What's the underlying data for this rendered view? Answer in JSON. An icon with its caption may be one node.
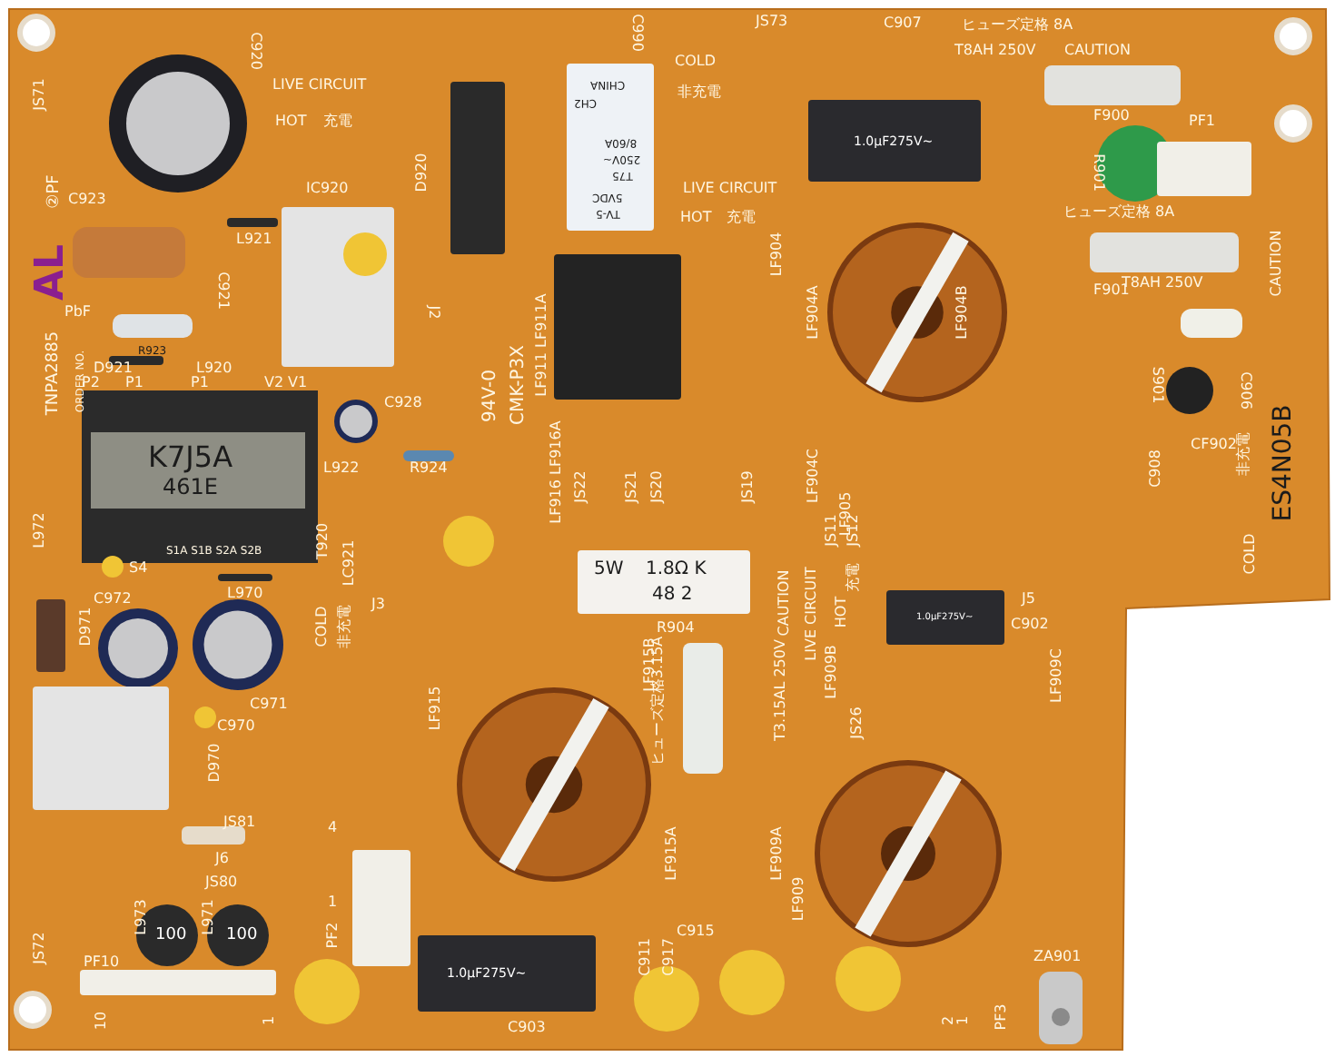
{
  "diagram": {
    "labels": [
      "JS71",
      "C920",
      "LIVE CIRCUIT",
      "HOT",
      "充電",
      "C990",
      "JS73",
      "COLD",
      "非充電",
      "C907",
      "ヒューズ定格 8A",
      "T8AH 250V",
      "CAUTION",
      "CHINA",
      "CH2",
      "8/60A",
      "250V~",
      "T75",
      "5VDC",
      "TV-5",
      "D920",
      "②PF",
      "C923",
      "L921",
      "IC920",
      "LIVE CIRCUIT",
      "HOT",
      "充電",
      "1.0μF275V~",
      "F900",
      "PF1",
      "R901",
      "LF904",
      "ヒューズ定格 8A",
      "CAUTION",
      "F901",
      "T8AH 250V",
      "LF904A",
      "LF904B",
      "AL",
      "C921",
      "PbF",
      "J2",
      "R923",
      "TNPA2885",
      "ORDER NO.",
      "D921",
      "L920",
      "P2",
      "P1",
      "P1",
      "V2",
      "V1",
      "S901",
      "C906",
      "CF902",
      "C928",
      "94V-0",
      "CMK-P3X",
      "LF911 LF911A",
      "K7J5A",
      "461E",
      "L922",
      "R924",
      "LF916 LF916A",
      "JS22",
      "JS21",
      "JS20",
      "JS19",
      "LF904C",
      "LF905",
      "C908",
      "ES4N05B",
      "非充電",
      "COLD",
      "L972",
      "S4",
      "S1A S1B S2A S2B",
      "T920",
      "LC921",
      "L970",
      "J3",
      "5W",
      "1.8Ω K",
      "48 2",
      "JS11",
      "JS12",
      "CAUTION",
      "LIVE CIRCUIT",
      "HOT",
      "充電",
      "D971",
      "C972",
      "C971",
      "COLD",
      "非充電",
      "J5",
      "R904",
      "1.0μF275V~",
      "C902",
      "LF915B",
      "ヒューズ定格3.15A",
      "T3.15AL 250V",
      "LF909B",
      "JS26",
      "LF909C",
      "LF915",
      "C970",
      "D970",
      "JS81",
      "4",
      "1",
      "PF2",
      "J6",
      "JS80",
      "LF915A",
      "LF909A",
      "LF909",
      "C915",
      "L973",
      "L971",
      "100",
      "100",
      "JS72",
      "PF10",
      "C911",
      "C917",
      "1.0μF275V~",
      "ZA901",
      "10",
      "1",
      "C903",
      "PF3",
      "2",
      "1"
    ]
  }
}
